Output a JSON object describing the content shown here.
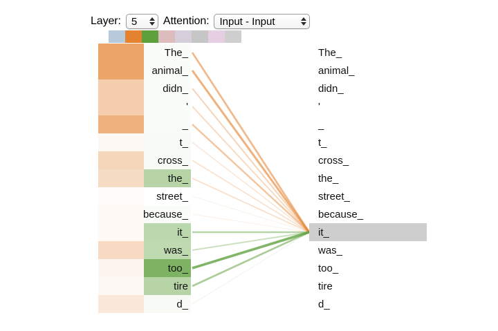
{
  "toolbar": {
    "layer_label": "Layer:",
    "layer_value": "5",
    "attention_label": "Attention:",
    "attention_value": "Input - Input"
  },
  "heads": {
    "colors": [
      "#b6cadb",
      "#e4822f",
      "#5ea03c",
      "#dcbcbc",
      "#d6cfdb",
      "#c6c6c6",
      "#e6cfe2",
      "#cfcfcf"
    ]
  },
  "palette": {
    "orange": "#e4822f",
    "green": "#5ea03c",
    "selection_gray": "#cecece",
    "token_green_highlight": "#9fd0a2",
    "token_green_strong": "#69b86d"
  },
  "chart_data": {
    "type": "heatmap",
    "title": "",
    "xlabel": "",
    "ylabel": "",
    "source_tokens": [
      "The_",
      "animal_",
      "didn_",
      "'",
      "_",
      "t_",
      "cross_",
      "the_",
      "street_",
      "because_",
      "it_",
      "was_",
      "too_",
      "tire",
      "d_",
      ""
    ],
    "target_tokens": [
      "The_",
      "animal_",
      "didn_",
      "'",
      "_",
      "t_",
      "cross_",
      "the_",
      "street_",
      "because_",
      "it_",
      "was_",
      "too_",
      "tire",
      "d_"
    ],
    "selected_target": "it_",
    "selected_target_index": 10,
    "left_heat_values": [
      0.72,
      0.72,
      0.4,
      0.4,
      0.62,
      0.06,
      0.33,
      0.28,
      0.03,
      0.05,
      0.05,
      0.3,
      0.07,
      0.06,
      0.18
    ],
    "left_token_green_values": [
      0.03,
      0.03,
      0.03,
      0.03,
      0.03,
      0.05,
      0.05,
      0.45,
      0.0,
      0.03,
      0.42,
      0.4,
      0.8,
      0.45,
      0.05
    ],
    "attention_weights": [
      0.55,
      0.62,
      0.34,
      0.3,
      0.46,
      0.2,
      0.24,
      0.26,
      0.05,
      0.1,
      0.45,
      0.32,
      0.78,
      0.52,
      0.08
    ],
    "line_colors": [
      "#e4822f",
      "#e4822f",
      "#e4822f",
      "#e4822f",
      "#e4822f",
      "#e4822f",
      "#e4822f",
      "#e4822f",
      "#e4822f",
      "#e4822f",
      "#5ea03c",
      "#5ea03c",
      "#5ea03c",
      "#5ea03c",
      "#5ea03c"
    ],
    "legend": [
      "Input - Input"
    ],
    "grid": false
  }
}
